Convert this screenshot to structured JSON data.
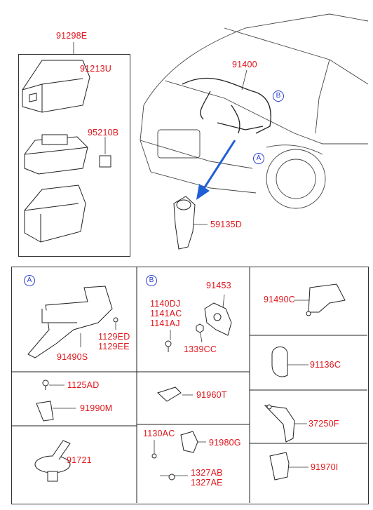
{
  "labels": {
    "p91298E": "91298E",
    "p91213U": "91213U",
    "p95210B": "95210B",
    "p91400": "91400",
    "p59135D": "59135D",
    "p91490S": "91490S",
    "p1129ED": "1129ED",
    "p1129EE": "1129EE",
    "p91453": "91453",
    "p1140DJ": "1140DJ",
    "p1141AC": "1141AC",
    "p1141AJ": "1141AJ",
    "p1339CC": "1339CC",
    "p91490C": "91490C",
    "p91136C": "91136C",
    "p1125AD": "1125AD",
    "p91990M": "91990M",
    "p91960T": "91960T",
    "p37250F": "37250F",
    "p1130AC": "1130AC",
    "p91980G": "91980G",
    "p1327AB": "1327AB",
    "p1327AE": "1327AE",
    "p91721": "91721",
    "p91970I": "91970I"
  },
  "callouts": {
    "A": "A",
    "B": "B"
  },
  "colors": {
    "label": "#e0151b",
    "callout": "#2a3fd0",
    "arrow": "#1f5fd6",
    "line": "#222222"
  }
}
